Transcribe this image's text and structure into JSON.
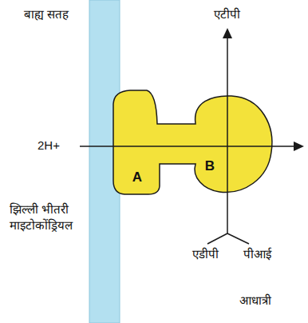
{
  "diagram": {
    "nodes": [
      {
        "text": [
          "A"
        ]
      },
      {
        "text": [
          "B"
        ]
      }
    ],
    "labels": [
      "बाह्य सतह",
      "एटीपी",
      "2H+",
      "झिल्ली भीतरी माइटोकोंड्रियल",
      "एडीपी",
      "पीआई",
      "आधात्री"
    ]
  }
}
